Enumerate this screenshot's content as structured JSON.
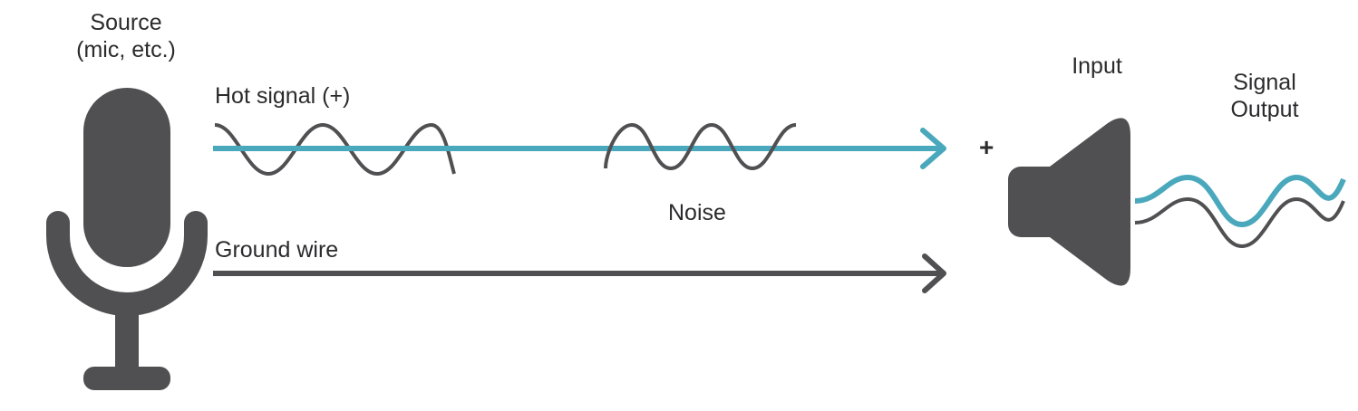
{
  "labels": {
    "source_line1": "Source",
    "source_line2": "(mic, etc.)",
    "hot_signal": "Hot signal (+)",
    "noise": "Noise",
    "ground_wire": "Ground wire",
    "input": "Input",
    "signal_output_line1": "Signal",
    "signal_output_line2": "Output",
    "plus": "+"
  },
  "icons": {
    "source": "microphone-icon",
    "destination": "speaker-icon"
  },
  "colors": {
    "signal": "#4aa8bd",
    "dark": "#505053",
    "text": "#2b2b2d"
  }
}
